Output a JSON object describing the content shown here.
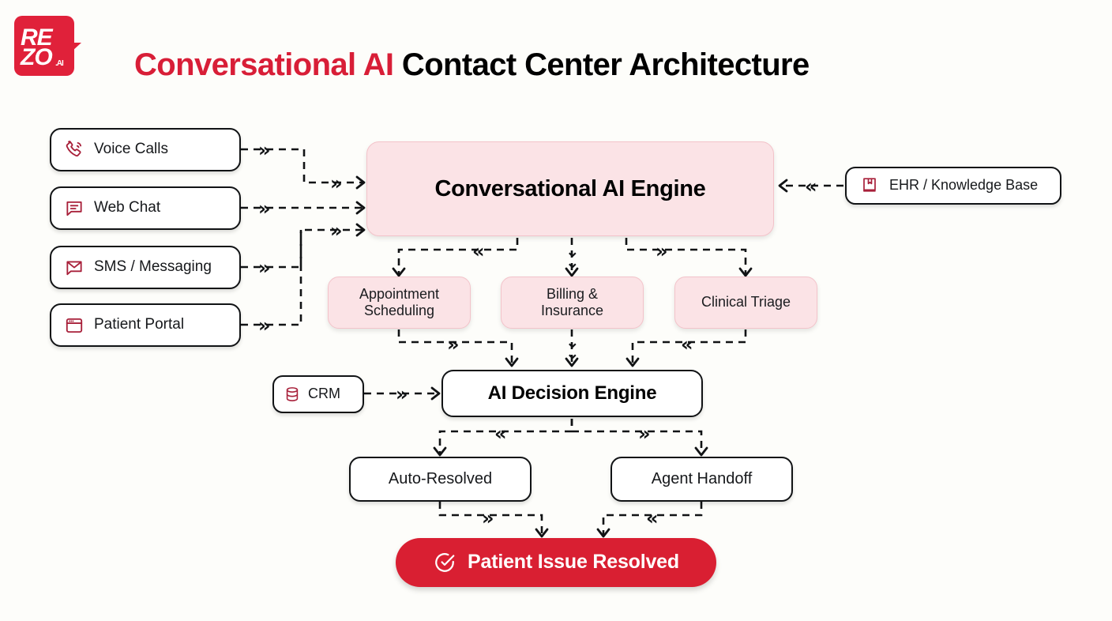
{
  "brand": {
    "logo_line1": "RE",
    "logo_line2": "ZO",
    "logo_suffix": ".AI",
    "logo_color": "#e0213a"
  },
  "header": {
    "title_accent": "Conversational AI",
    "title_plain": " Contact Center Architecture"
  },
  "colors": {
    "background": "#fdfdfa",
    "accent_red": "#d91f32",
    "title_red": "#d81e37",
    "pink_fill": "#fbe3e6",
    "pink_border": "#f3c3ca",
    "icon_crimson": "#a8203a",
    "outline": "#111315"
  },
  "diagram": {
    "type": "flowchart",
    "channels": [
      {
        "label": "Voice Calls",
        "icon": "phone-icon"
      },
      {
        "label": "Web Chat",
        "icon": "chat-bubble-icon"
      },
      {
        "label": "SMS / Messaging",
        "icon": "envelope-icon"
      },
      {
        "label": "Patient Portal",
        "icon": "browser-window-icon"
      }
    ],
    "engine": {
      "label": "Conversational AI Engine"
    },
    "knowledge": {
      "label": "EHR / Knowledge Base",
      "icon": "book-icon"
    },
    "capabilities": [
      {
        "label": "Appointment\nScheduling"
      },
      {
        "label": "Billing &\nInsurance"
      },
      {
        "label": "Clinical Triage"
      }
    ],
    "crm": {
      "label": "CRM",
      "icon": "database-icon"
    },
    "decision": {
      "label": "AI Decision Engine"
    },
    "outcomes": [
      {
        "label": "Auto-Resolved"
      },
      {
        "label": "Agent Handoff"
      }
    ],
    "final": {
      "label": "Patient Issue Resolved",
      "icon": "check-circle-icon"
    },
    "connector_markers": {
      "right": "»",
      "left": "«",
      "down": "˅",
      "arrow_right": "›",
      "arrow_left": "‹"
    }
  }
}
